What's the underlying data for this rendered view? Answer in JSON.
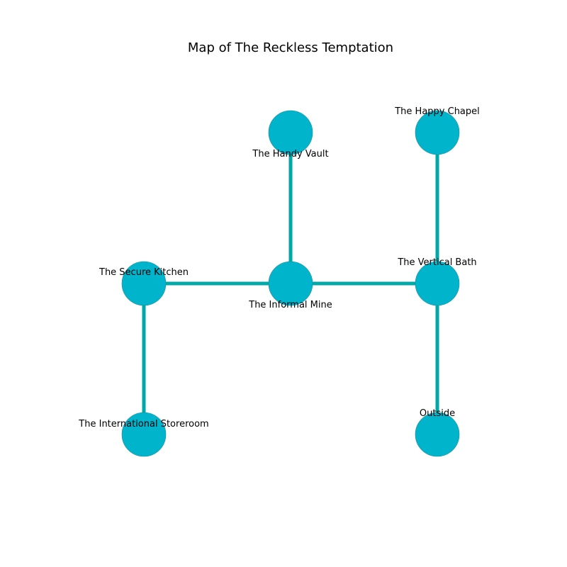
{
  "title": "Map of The Reckless Temptation",
  "colors": {
    "node_fill": "#00b4cc",
    "node_stroke": "#1f8a99",
    "edge": "#00a8a8",
    "text": "#000000",
    "background": "#ffffff"
  },
  "rooms": {
    "happy_chapel": {
      "label": "The Happy Chapel"
    },
    "handy_vault": {
      "label": "The Handy Vault"
    },
    "secure_kitchen": {
      "label": "The Secure Kitchen"
    },
    "informal_mine": {
      "label": "The Informal Mine"
    },
    "vertical_bath": {
      "label": "The Vertical Bath"
    },
    "international_storeroom": {
      "label": "The International Storeroom"
    },
    "outside": {
      "label": "Outside"
    }
  },
  "connections": [
    [
      "handy_vault",
      "informal_mine"
    ],
    [
      "happy_chapel",
      "vertical_bath"
    ],
    [
      "secure_kitchen",
      "informal_mine"
    ],
    [
      "informal_mine",
      "vertical_bath"
    ],
    [
      "secure_kitchen",
      "international_storeroom"
    ],
    [
      "vertical_bath",
      "outside"
    ]
  ]
}
